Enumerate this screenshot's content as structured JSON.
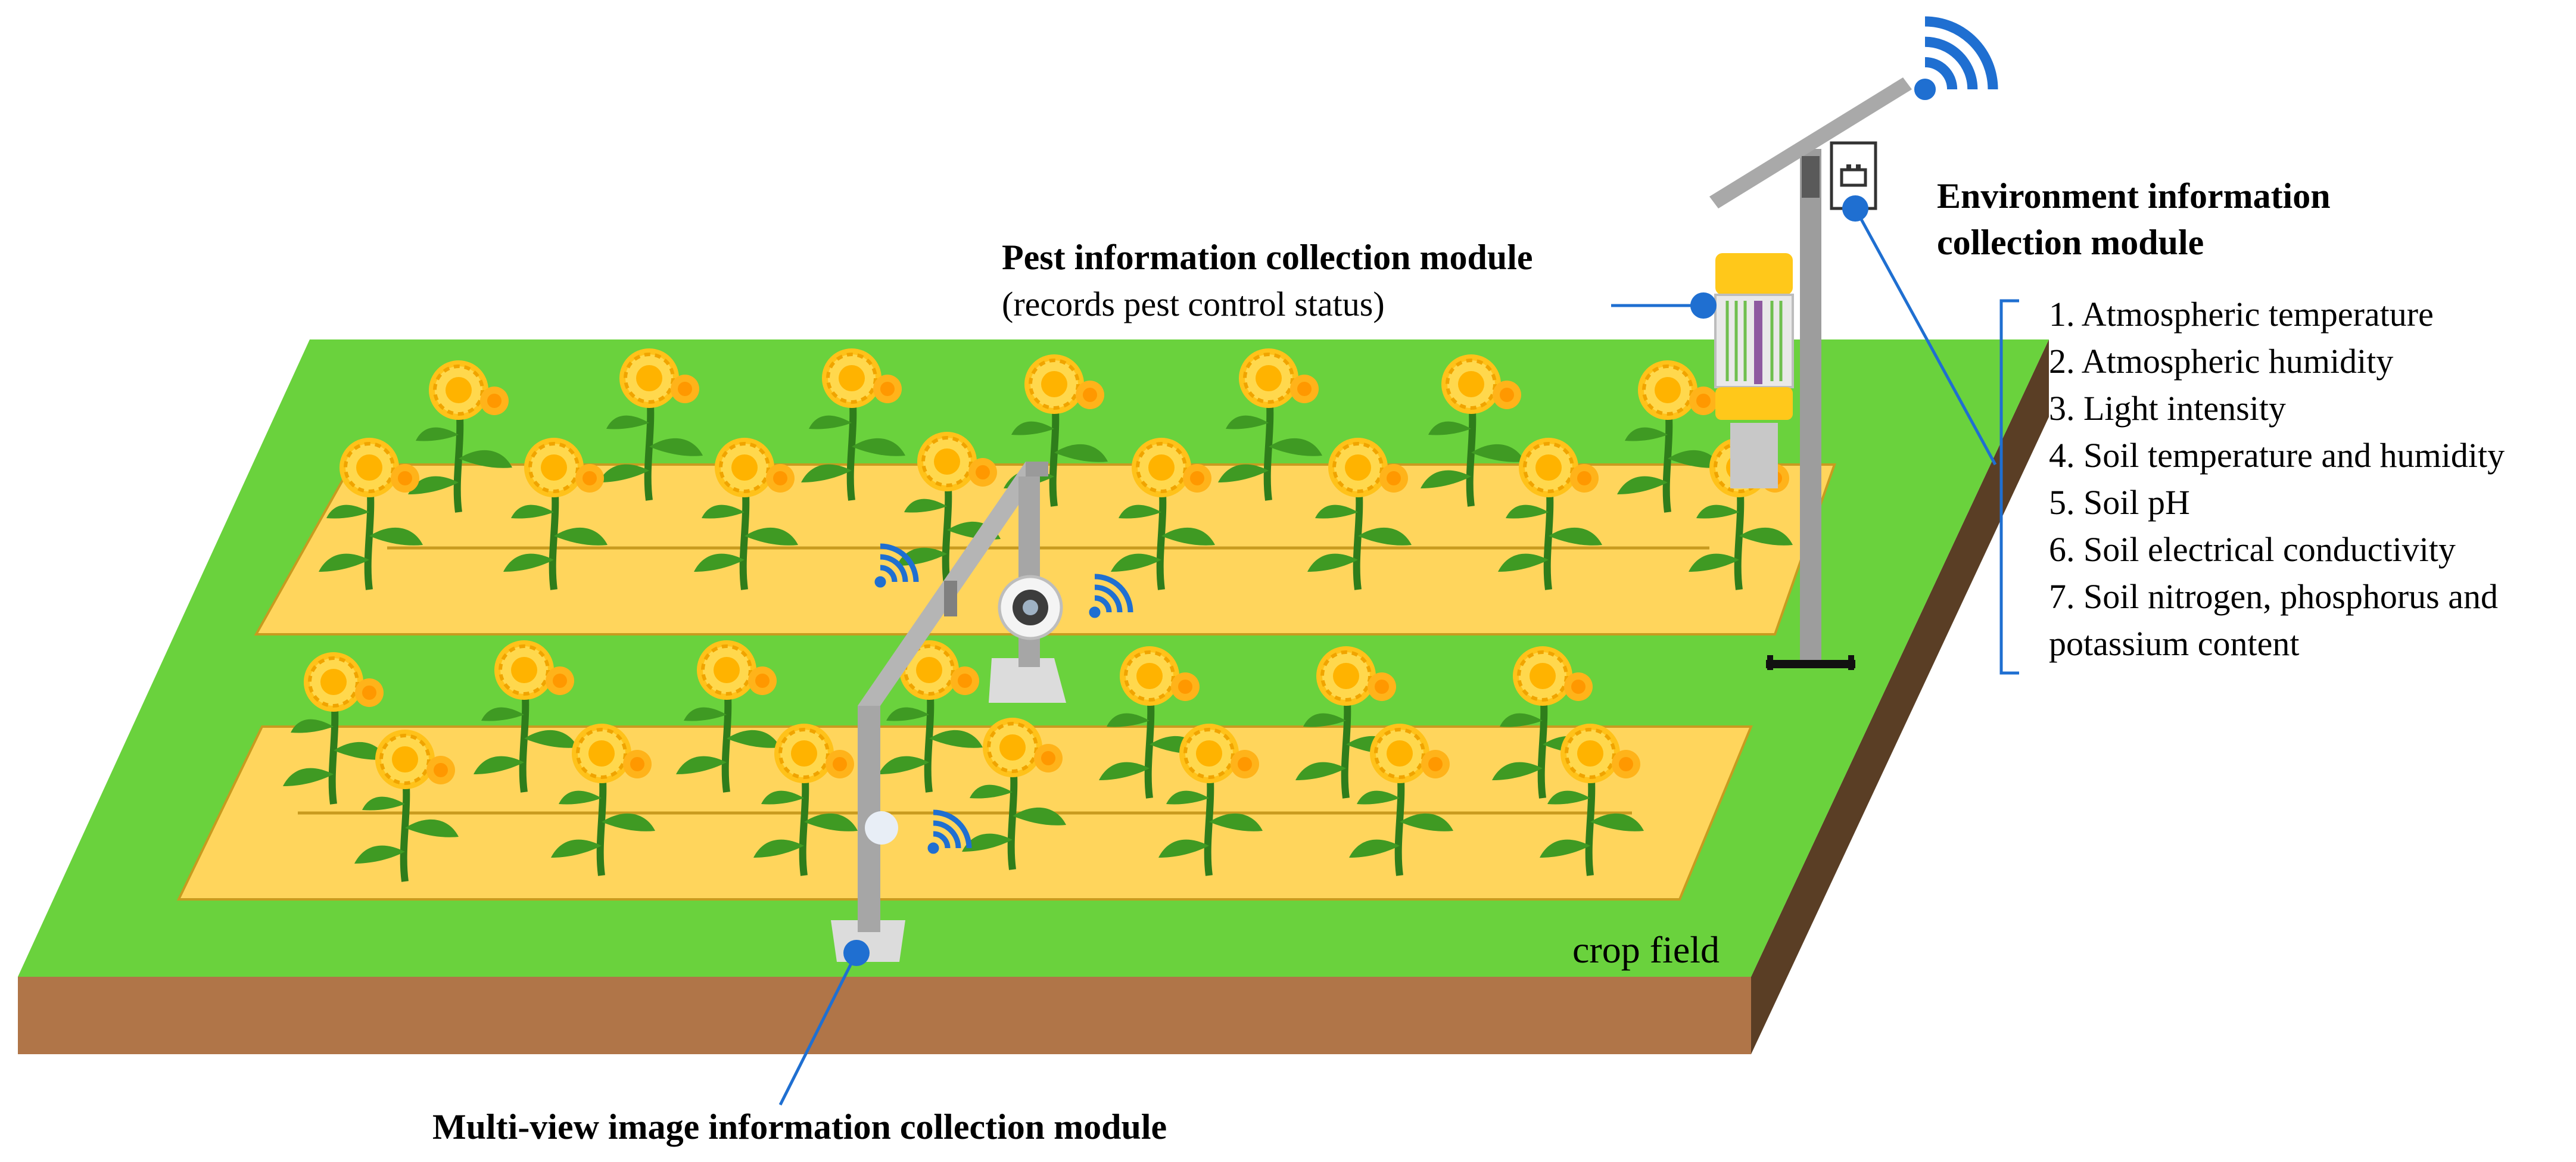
{
  "labels": {
    "pest_module_title": "Pest information collection module",
    "pest_module_subtitle": "(records pest control status)",
    "environment_module_title_line1": "Environment information",
    "environment_module_title_line2": "collection module",
    "multi_view_module_title": "Multi-view image information collection module",
    "crop_field": "crop field"
  },
  "environment_parameters": [
    "1. Atmospheric temperature",
    "2. Atmospheric humidity",
    "3. Light intensity",
    "4. Soil temperature and humidity",
    "5. Soil pH",
    "6. Soil electrical conductivity",
    "7. Soil nitrogen, phosphorus and",
    "potassium content"
  ],
  "colors": {
    "field_grass": "#6ad23d",
    "soil_front": "#b07548",
    "soil_side": "#5a3e25",
    "crop_bed": "#ffd55c",
    "callout_blue": "#1f6fd1",
    "wifi_blue": "#1f6fd1",
    "pole_grey": "#9d9d9d",
    "trap_yellow": "#ffc81a"
  },
  "icons": [
    "wifi-icon",
    "battery-icon",
    "camera-icon",
    "sunflower-icon"
  ]
}
